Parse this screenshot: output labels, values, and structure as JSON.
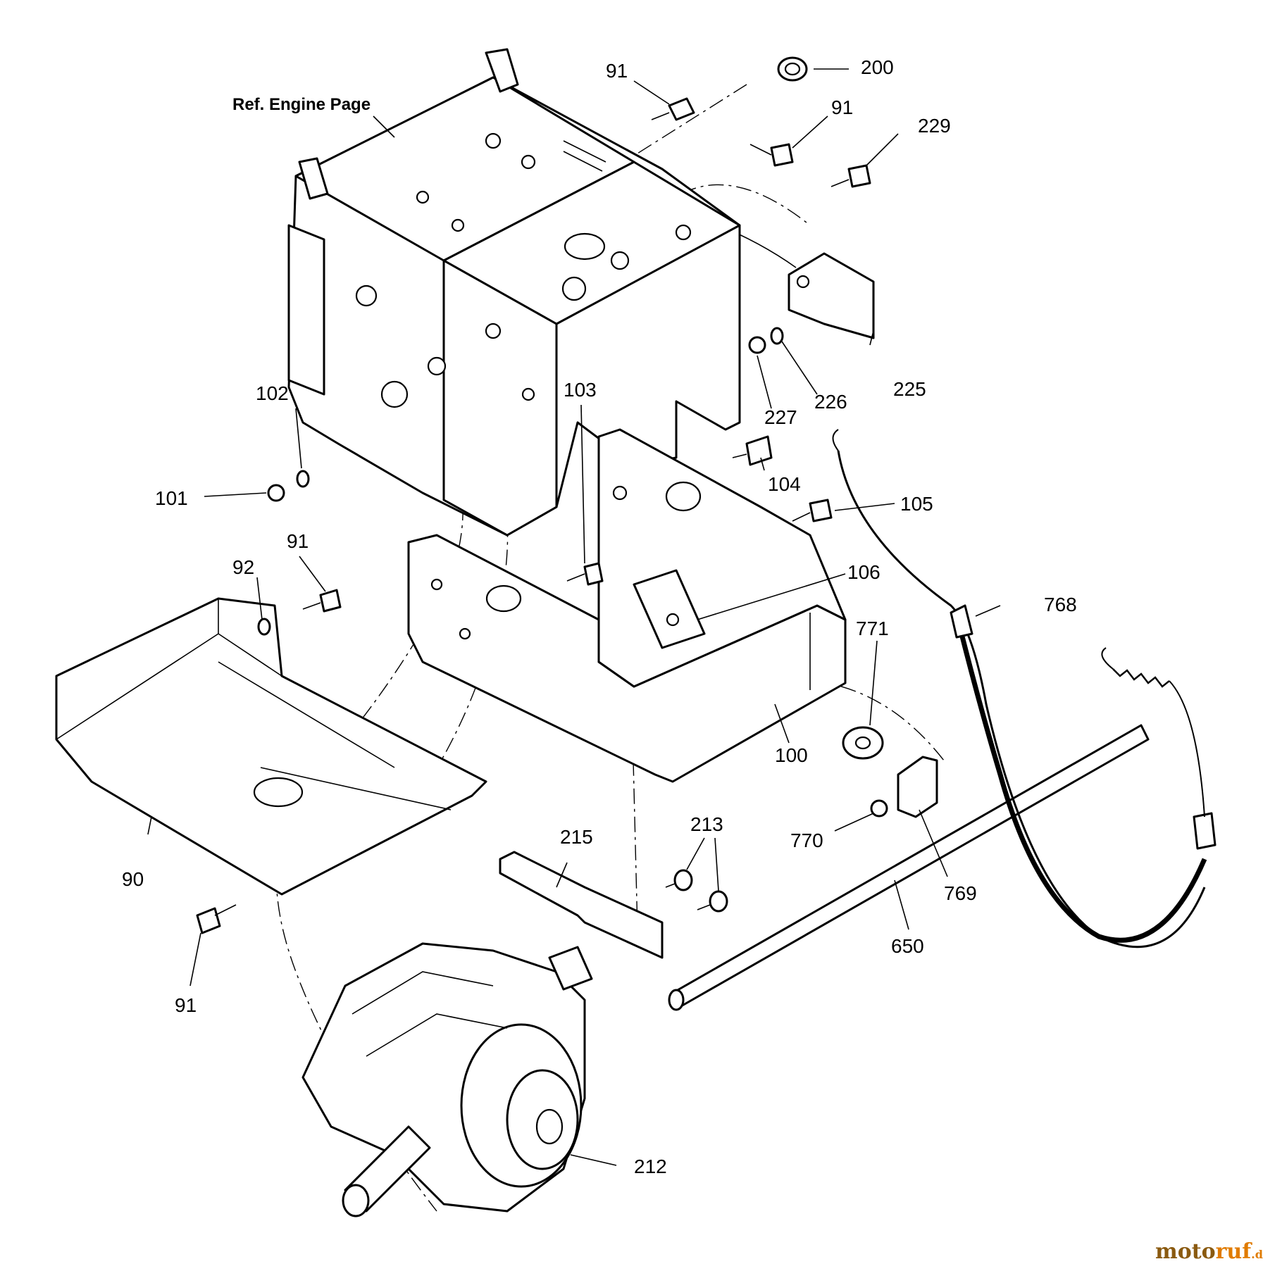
{
  "diagram": {
    "reference_note": "Ref. Engine Page",
    "callouts": {
      "c91a": "91",
      "c200": "200",
      "c91b": "91",
      "c229": "229",
      "c102": "102",
      "c103": "103",
      "c101": "101",
      "c104": "104",
      "c105": "105",
      "c225": "225",
      "c226": "226",
      "c227": "227",
      "c92": "92",
      "c91c": "91",
      "c106": "106",
      "c768": "768",
      "c771": "771",
      "c100": "100",
      "c90": "90",
      "c215": "215",
      "c213": "213",
      "c770": "770",
      "c769": "769",
      "c650": "650",
      "c91d": "91",
      "c212": "212"
    }
  },
  "watermark": {
    "part1": "moto",
    "part2": "ruf",
    "suffix": ".de"
  }
}
